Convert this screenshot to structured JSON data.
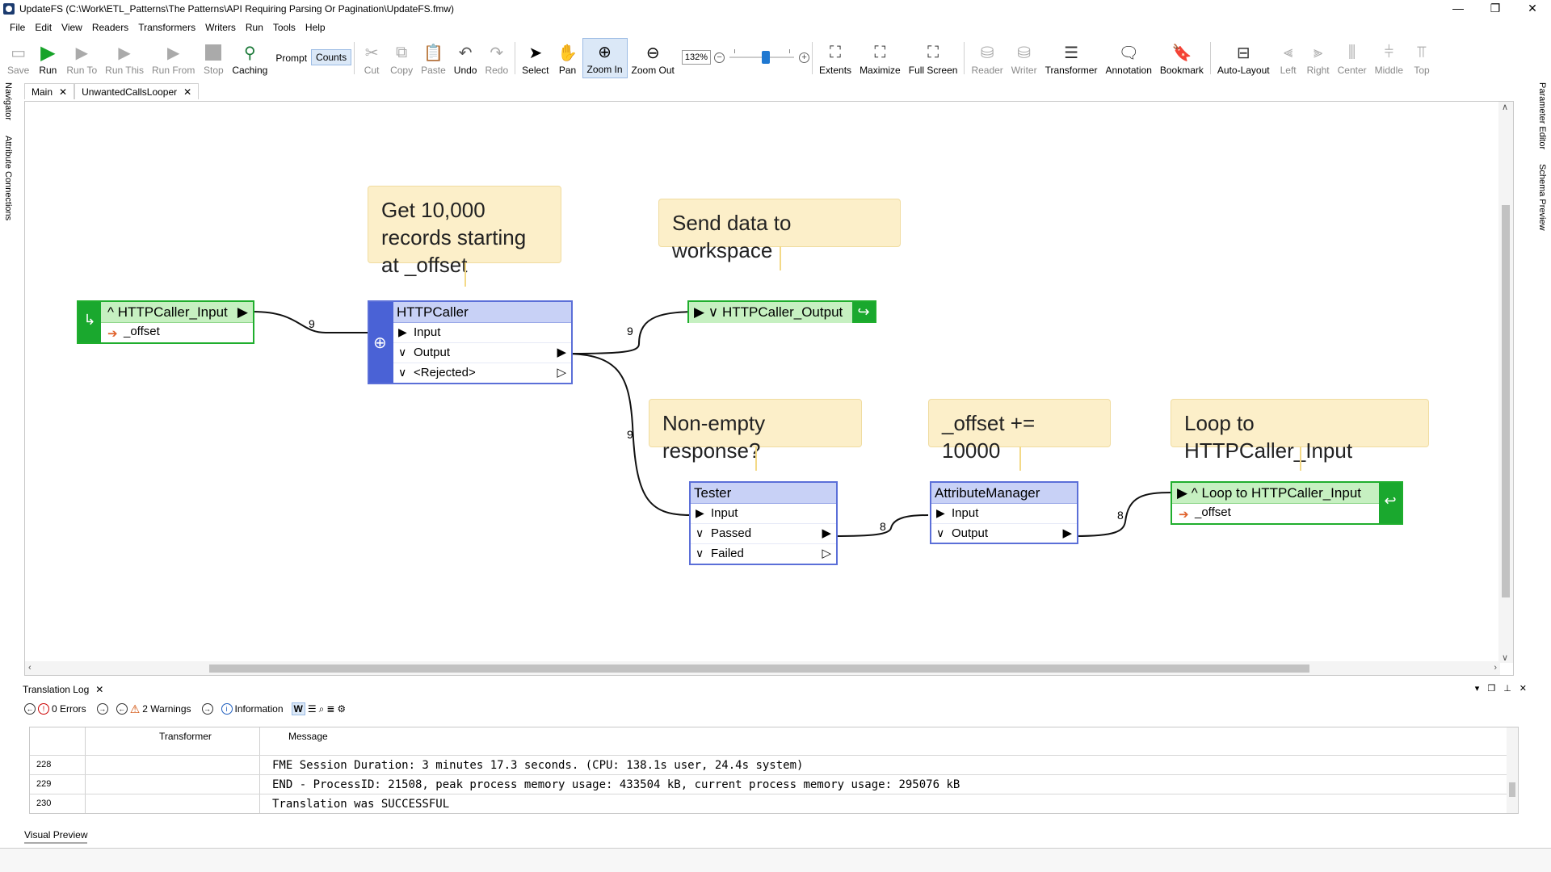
{
  "window": {
    "title": "UpdateFS (C:\\Work\\ETL_Patterns\\The Patterns\\API Requiring Parsing Or Pagination\\UpdateFS.fmw)",
    "controls": [
      "—",
      "❐",
      "✕"
    ]
  },
  "menu": [
    "File",
    "Edit",
    "View",
    "Readers",
    "Transformers",
    "Writers",
    "Run",
    "Tools",
    "Help"
  ],
  "toolbar": {
    "save": "Save",
    "run": "Run",
    "run_to": "Run To",
    "run_this": "Run This",
    "run_from": "Run From",
    "stop": "Stop",
    "caching": "Caching",
    "prompt": "Prompt",
    "counts": "Counts",
    "cut": "Cut",
    "copy": "Copy",
    "paste": "Paste",
    "undo": "Undo",
    "redo": "Redo",
    "select": "Select",
    "pan": "Pan",
    "zoom_in": "Zoom In",
    "zoom_out": "Zoom Out",
    "zoom_level": "132%",
    "extents": "Extents",
    "maximize": "Maximize",
    "full_screen": "Full Screen",
    "reader": "Reader",
    "writer": "Writer",
    "transformer": "Transformer",
    "annotation": "Annotation",
    "bookmark": "Bookmark",
    "auto_layout": "Auto-Layout",
    "left": "Left",
    "right": "Right",
    "center": "Center",
    "middle": "Middle",
    "top": "Top"
  },
  "side_tabs": {
    "navigator": "Navigator",
    "attribute_connections": "Attribute Connections",
    "parameter_editor": "Parameter Editor",
    "schema_preview": "Schema Preview"
  },
  "tabs": [
    {
      "label": "Main"
    },
    {
      "label": "UnwantedCallsLooper"
    }
  ],
  "canvas": {
    "notes": {
      "get_records": "Get 10,000 records starting at _offset",
      "send_data": "Send data to workspace",
      "non_empty": "Non-empty response?",
      "offset_inc": "_offset += 10000",
      "loop": "Loop to HTTPCaller_Input"
    },
    "input_bookmark": {
      "title": "HTTPCaller_Input",
      "attr": "_offset"
    },
    "httpcaller": {
      "title": "HTTPCaller",
      "ports": [
        "Input",
        "Output",
        "<Rejected>"
      ]
    },
    "output_bookmark": {
      "title": "HTTPCaller_Output"
    },
    "tester": {
      "title": "Tester",
      "ports": [
        "Input",
        "Passed",
        "Failed"
      ]
    },
    "attribute_manager": {
      "title": "AttributeManager",
      "ports": [
        "Input",
        "Output"
      ]
    },
    "loop_bookmark": {
      "title": "Loop to HTTPCaller_Input",
      "attr": "_offset"
    },
    "counts": {
      "c1": "9",
      "c2": "9",
      "c3": "9",
      "c4": "8",
      "c5": "8"
    }
  },
  "log": {
    "title": "Translation Log",
    "errors": "0 Errors",
    "warnings": "2 Warnings",
    "information": "Information",
    "columns": {
      "transformer": "Transformer",
      "message": "Message"
    },
    "rows": [
      {
        "num": "228",
        "msg": "FME Session Duration: 3 minutes 17.3 seconds. (CPU: 138.1s user, 24.4s system)"
      },
      {
        "num": "229",
        "msg": "END - ProcessID: 21508, peak process memory usage: 433504 kB, current process memory usage: 295076 kB"
      },
      {
        "num": "230",
        "msg": "Translation was SUCCESSFUL"
      }
    ]
  },
  "bottom_tab": "Visual Preview",
  "colors": {
    "transformer_header": "#c8d1f6",
    "transformer_border": "#5b6fd8",
    "bookmark_green": "#1aa82e",
    "note_fill": "#fcefc9"
  }
}
